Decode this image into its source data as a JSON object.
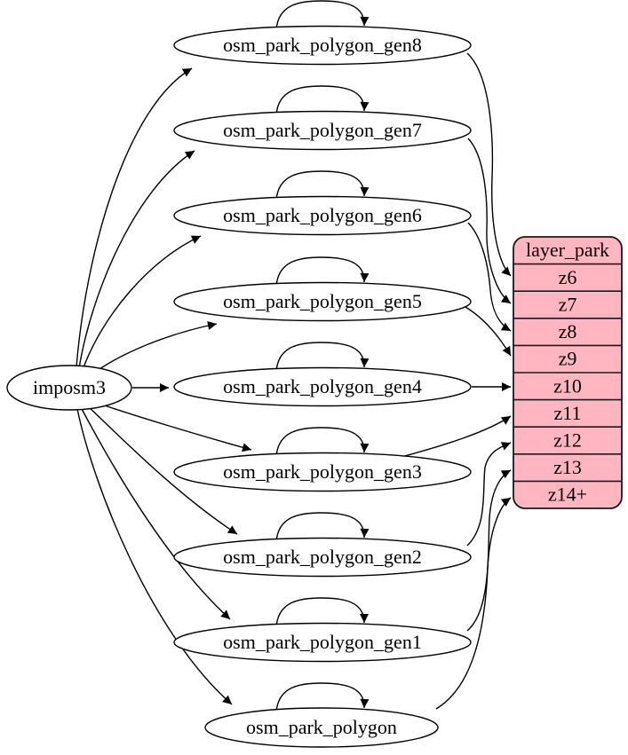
{
  "diagram": {
    "type": "graphviz-digraph",
    "source": {
      "label": "imposm3"
    },
    "tables": [
      {
        "label": "osm_park_polygon_gen8",
        "feeds_row": "z6",
        "has_self_loop": true
      },
      {
        "label": "osm_park_polygon_gen7",
        "feeds_row": "z7",
        "has_self_loop": true
      },
      {
        "label": "osm_park_polygon_gen6",
        "feeds_row": "z8",
        "has_self_loop": true
      },
      {
        "label": "osm_park_polygon_gen5",
        "feeds_row": "z9",
        "has_self_loop": true
      },
      {
        "label": "osm_park_polygon_gen4",
        "feeds_row": "z10",
        "has_self_loop": true
      },
      {
        "label": "osm_park_polygon_gen3",
        "feeds_row": "z11",
        "has_self_loop": true
      },
      {
        "label": "osm_park_polygon_gen2",
        "feeds_row": "z12",
        "has_self_loop": true
      },
      {
        "label": "osm_park_polygon_gen1",
        "feeds_row": "z13",
        "has_self_loop": true
      },
      {
        "label": "osm_park_polygon",
        "feeds_row": "z14+",
        "has_self_loop": true
      }
    ],
    "layer": {
      "header": "layer_park",
      "rows": [
        "z6",
        "z7",
        "z8",
        "z9",
        "z10",
        "z11",
        "z12",
        "z13",
        "z14+"
      ]
    },
    "edges_from_source": [
      "osm_park_polygon_gen8",
      "osm_park_polygon_gen7",
      "osm_park_polygon_gen6",
      "osm_park_polygon_gen5",
      "osm_park_polygon_gen4",
      "osm_park_polygon_gen3",
      "osm_park_polygon_gen2",
      "osm_park_polygon_gen1",
      "osm_park_polygon"
    ],
    "colors": {
      "layer_fill": "#ffb6c1",
      "node_fill": "#ffffff",
      "stroke": "#000000",
      "text": "#000000",
      "background": "#ffffff"
    }
  }
}
